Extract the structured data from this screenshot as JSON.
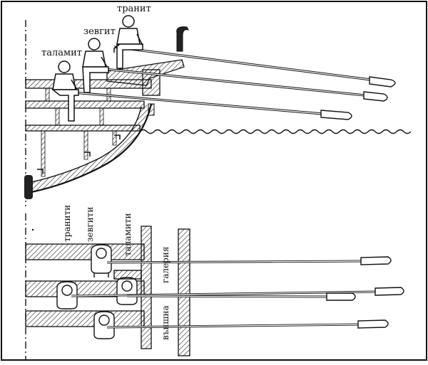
{
  "top_view": {
    "rowers": [
      {
        "id": "thranite",
        "label": "транит"
      },
      {
        "id": "zygite",
        "label": "зевгит"
      },
      {
        "id": "thalamite",
        "label": "таламит"
      }
    ]
  },
  "plan_view": {
    "column_labels": [
      {
        "id": "thranites",
        "label": "транити"
      },
      {
        "id": "zygites",
        "label": "зевгити"
      },
      {
        "id": "thalamites",
        "label": "таламити"
      }
    ],
    "structure_labels": [
      {
        "id": "gallery",
        "label": "галерия"
      },
      {
        "id": "outside",
        "label": "външна"
      }
    ]
  }
}
